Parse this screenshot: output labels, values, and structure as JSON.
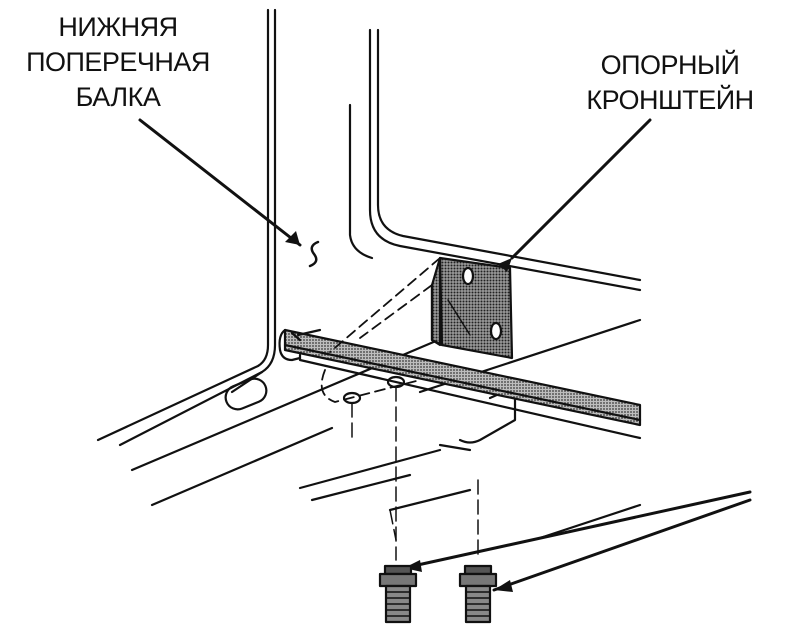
{
  "labels": {
    "lower_crossbeam": [
      "НИЖНЯЯ",
      "ПОПЕРЕЧНАЯ",
      "БАЛКА"
    ],
    "support_bracket": [
      "ОПОРНЫЙ",
      "КРОНШТЕЙН"
    ]
  },
  "parts": {
    "crossbeam": "lower-crossbeam",
    "bracket": "support-bracket",
    "fasteners": [
      "bolt-left",
      "bolt-right"
    ]
  },
  "colors": {
    "ink": "#111111",
    "hatch": "#8a8a8a",
    "paper": "#ffffff"
  }
}
